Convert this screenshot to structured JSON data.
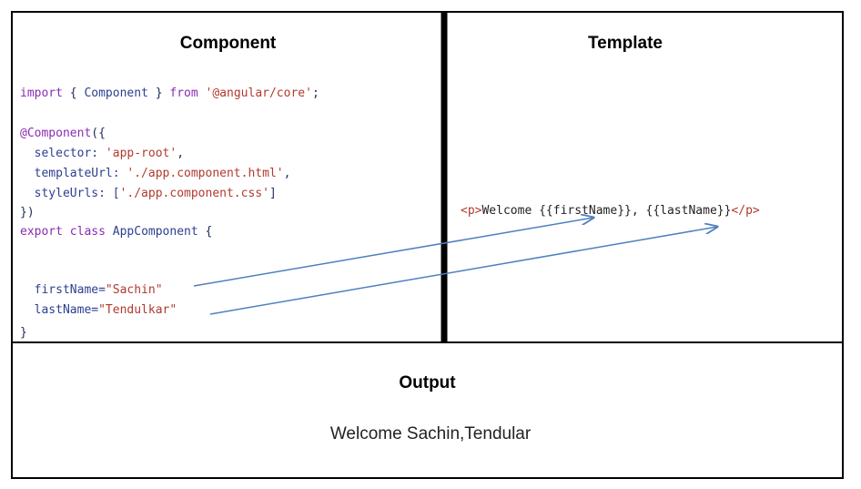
{
  "headings": {
    "component": "Component",
    "template": "Template",
    "output": "Output"
  },
  "component_code": {
    "line1": {
      "import": "import",
      "lbrace": " { ",
      "name": "Component",
      "rbrace": " } ",
      "from": "from",
      "str": "'@angular/core'",
      "semi": ";"
    },
    "line2": {
      "at": "@Component",
      "rest": "({"
    },
    "line3": {
      "key": "  selector: ",
      "val": "'app-root'",
      "end": ","
    },
    "line4": {
      "key": "  templateUrl: ",
      "val": "'./app.component.html'",
      "end": ","
    },
    "line5": {
      "key": "  styleUrls: [",
      "val": "'./app.component.css'",
      "end": "]"
    },
    "line6": "})",
    "line7": {
      "export": "export",
      "class": " class ",
      "name": "AppComponent",
      "rest": " {"
    },
    "line8": {
      "key": "  firstName=",
      "val": "\"Sachin\""
    },
    "line9": {
      "key": "  lastName=",
      "val": "\"Tendulkar\""
    },
    "line10": "}"
  },
  "template_code": {
    "open_tag": "<p>",
    "text": "Welcome {{firstName}}, {{lastName}}",
    "close_tag": "</p>"
  },
  "output_text": "Welcome Sachin,Tendular",
  "colors": {
    "border": "#000000",
    "arrow": "#4f7fbf",
    "keyword": "#8a2bb5",
    "string": "#b03a2e",
    "identifier": "#2b3f8f"
  }
}
